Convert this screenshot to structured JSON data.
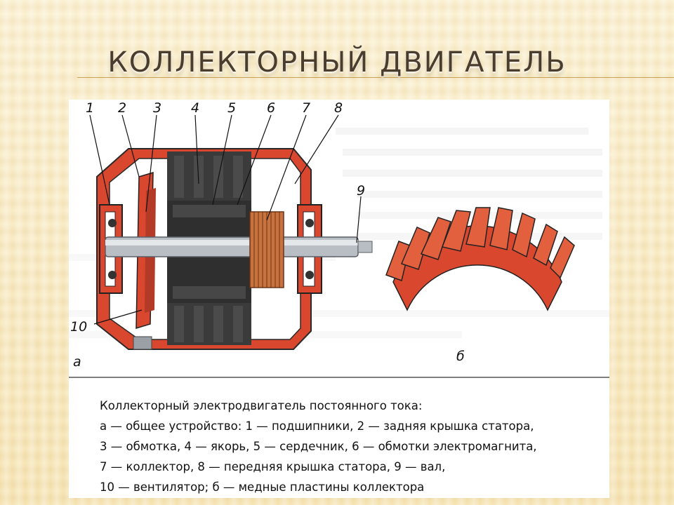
{
  "slide": {
    "title": "КОЛЛЕКТОРНЫЙ ДВИГАТЕЛЬ"
  },
  "figure": {
    "callouts": [
      "1",
      "2",
      "3",
      "4",
      "5",
      "6",
      "7",
      "8",
      "9",
      "10"
    ],
    "panel_a_label": "а",
    "panel_b_label": "б",
    "caption": {
      "line1": "Коллекторный электродвигатель постоянного тока:",
      "line2": "а — общее устройство: 1 — подшипники, 2 — задняя крышка статора,",
      "line3": "3 — обмотка, 4 — якорь, 5 — сердечник, 6 — обмотки электромагнита,",
      "line4": "7 — коллектор, 8 — передняя крышка статора, 9 — вал,",
      "line5": "10 — вентилятор; б — медные пластины коллектора"
    }
  },
  "colors": {
    "housing": "#d9472f",
    "core": "#3b3b3b",
    "shaft": "#b9bec4",
    "commutator": "#c8723e"
  }
}
